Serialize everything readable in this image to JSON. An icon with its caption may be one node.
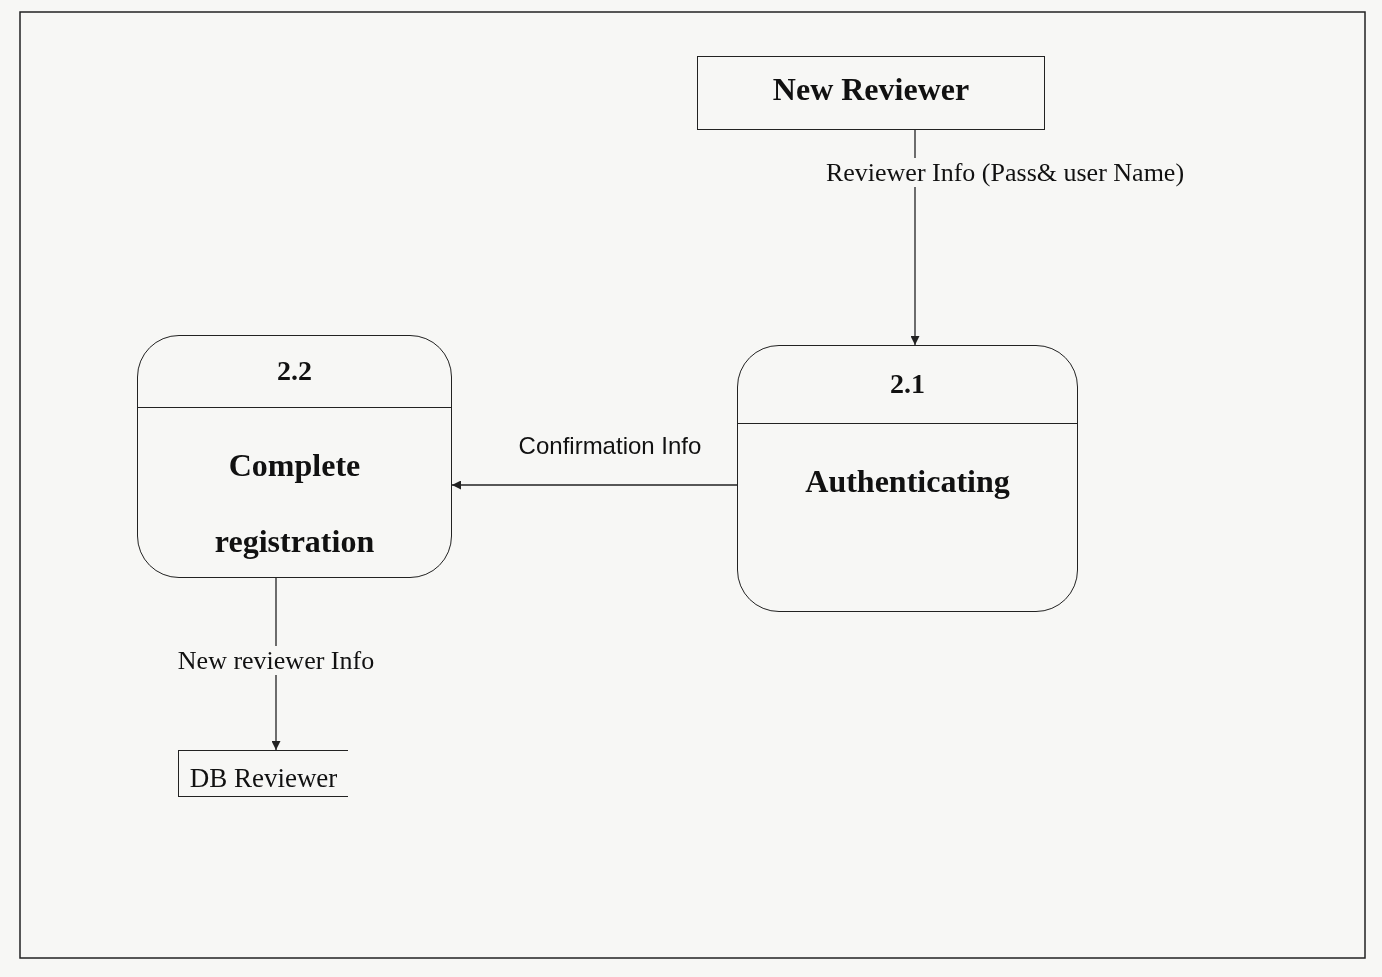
{
  "diagram": {
    "nodes": [
      {
        "text": [
          "New Reviewer"
        ]
      },
      {
        "text": [
          "2.1",
          "Authenticating"
        ]
      },
      {
        "text": [
          "2.2",
          "Complete registration"
        ]
      },
      {
        "text": [
          "DB Reviewer"
        ]
      }
    ],
    "edges": [
      {
        "from": 0,
        "to": 1,
        "arrow": "to",
        "label": "Reviewer Info (Pass& user Name)"
      },
      {
        "from": 1,
        "to": 2,
        "arrow": "to",
        "label": "Confirmation Info"
      },
      {
        "from": 2,
        "to": 3,
        "arrow": "to",
        "label": "New reviewer Info"
      }
    ]
  }
}
